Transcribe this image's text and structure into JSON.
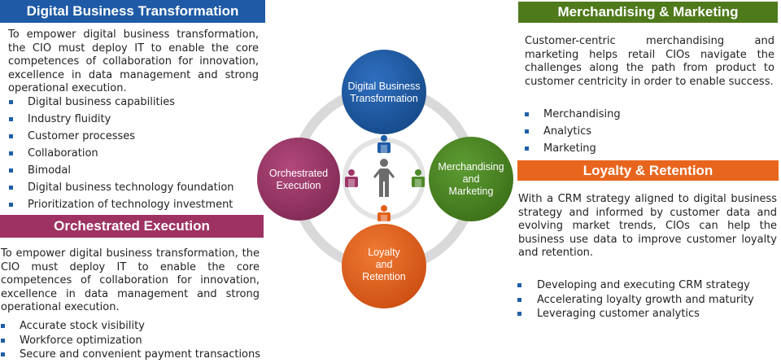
{
  "panels": {
    "dbt": {
      "title": "Digital Business Transformation",
      "color": "#1f5aa6",
      "text": "To empower digital business transformation, the CIO must deploy IT to enable the core competences of collaboration for innovation, excellence in data management and strong operational execution.",
      "items": [
        "Digital business capabilities",
        "Industry fluidity",
        "Customer processes",
        "Collaboration",
        "Bimodal",
        "Digital business technology foundation",
        "Prioritization of technology investment"
      ]
    },
    "oe": {
      "title": "Orchestrated Execution",
      "color": "#9e3363",
      "text": "To empower digital business transformation, the CIO must deploy IT to enable the core competences of collaboration for innovation, excellence in data management and strong operational execution.",
      "items": [
        "Accurate stock visibility",
        "Workforce optimization",
        "Secure and convenient payment transactions"
      ]
    },
    "mm": {
      "title": "Merchandising & Marketing",
      "color": "#4f7a1c",
      "text": "Customer-centric merchandising and marketing helps retail CIOs navigate the challenges along the path from product to customer centricity in order to enable success.",
      "items": [
        "Merchandising",
        "Analytics",
        "Marketing"
      ]
    },
    "lr": {
      "title": "Loyalty & Retention",
      "color": "#e8651e",
      "text": "With a CRM strategy aligned to digital business strategy and informed by customer data and evolving market trends, CIOs can help the business use data to improve customer loyalty and retention.",
      "items": [
        "Developing and executing CRM strategy",
        "Accelerating loyalty growth and maturity",
        "Leveraging customer analytics"
      ]
    }
  },
  "diagram": {
    "top": {
      "line1": "Digital Business",
      "line2": "Transformation",
      "color": "#1d5ba6"
    },
    "left": {
      "line1": "Orchestrated",
      "line2": "Execution",
      "color": "#9c3668"
    },
    "right": {
      "line1": "Merchandising",
      "line2": "and",
      "line3": "Marketing",
      "color": "#4e8a28"
    },
    "bottom": {
      "line1": "Loyalty",
      "line2": "and",
      "line3": "Retention",
      "color": "#e25f1c"
    },
    "ring_color": "#d9d9d9",
    "center_person_color": "#6b6b6b"
  }
}
